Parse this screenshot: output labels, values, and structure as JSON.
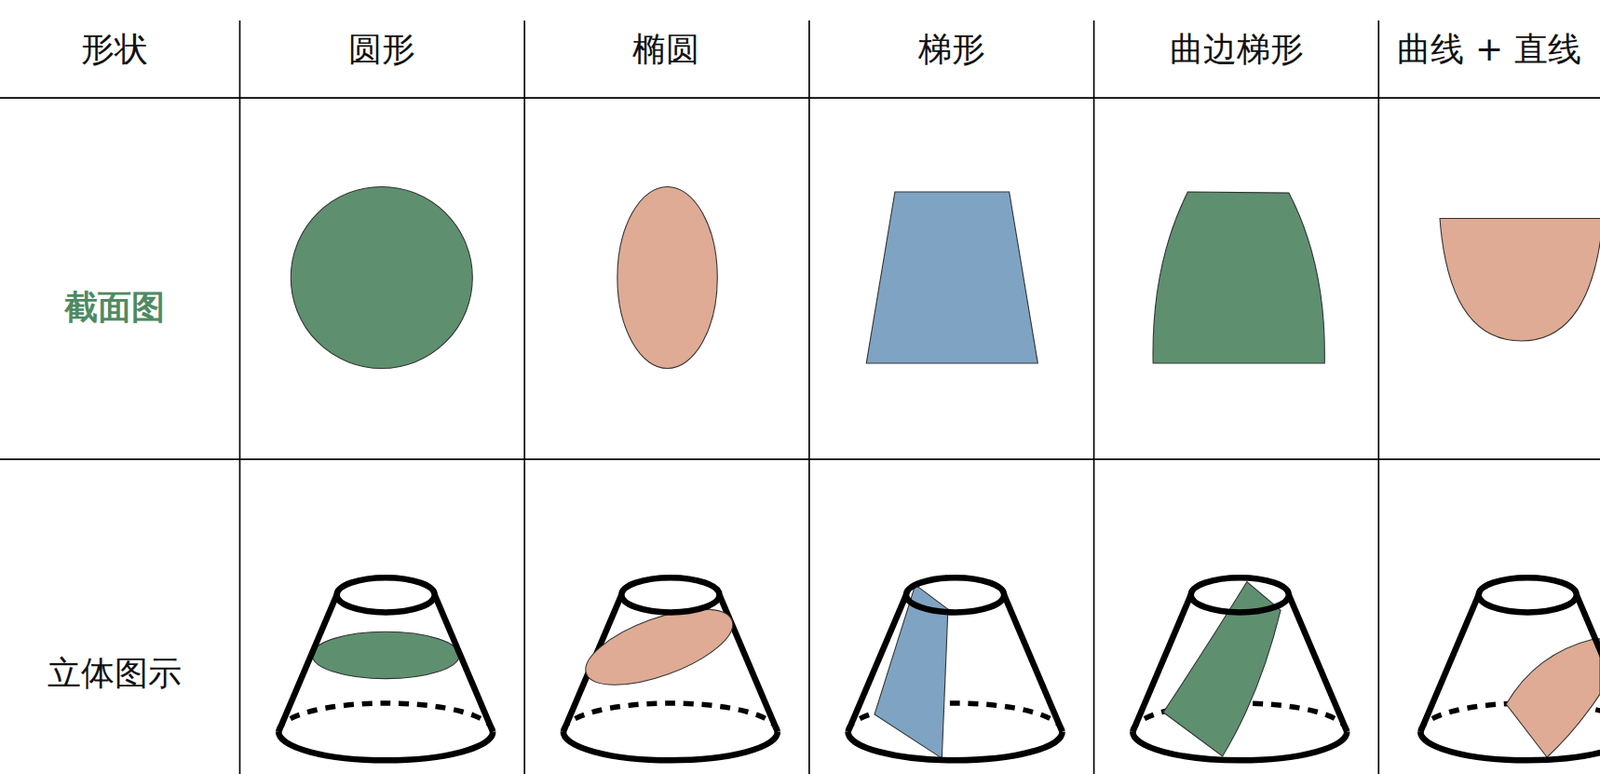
{
  "diagram": {
    "labels": [
      "形状",
      "圆形",
      "椭圆",
      "梯形",
      "曲边梯形",
      "曲线 + 直线",
      "截面图",
      "立体图示"
    ]
  }
}
